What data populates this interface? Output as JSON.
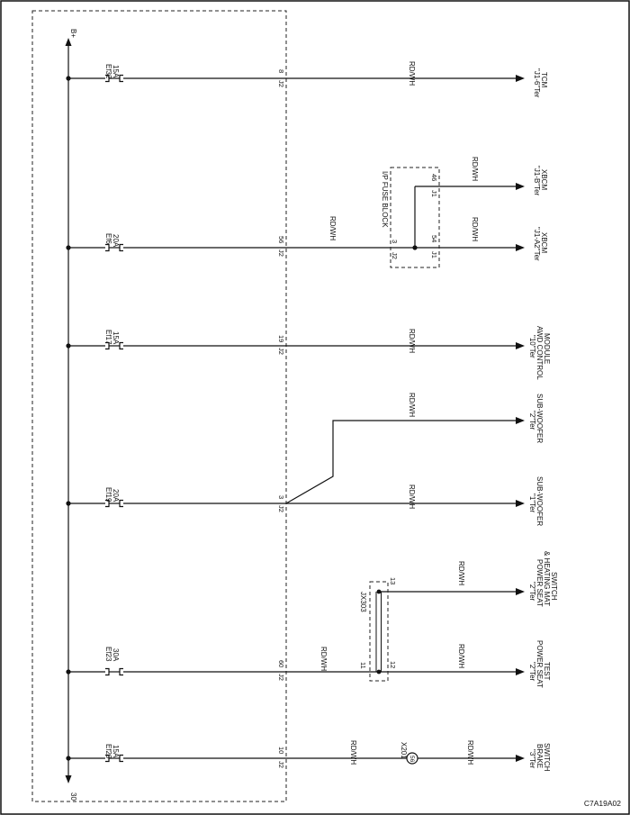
{
  "diagram_id": "C7A19A02",
  "bus": {
    "top_label": "B+",
    "bottom_label": "30"
  },
  "wire_color": "RD/WH",
  "circuits": [
    {
      "fuse": "Ef32",
      "amps": "15A",
      "connector": "J2",
      "pin": "8",
      "outputs": [
        {
          "wire": "RD/WH",
          "terminal": "\"J1-6\"Ter",
          "device": [
            "TCM"
          ]
        }
      ]
    },
    {
      "fuse": "Ef6",
      "amps": "20A",
      "connector": "J2",
      "pin": "56",
      "mid_wire": "RD/WH",
      "block": {
        "title": "I/P FUSE BLOCK",
        "in_conn": "J2",
        "in_pin": "3",
        "out_conn": "J1",
        "pins": [
          "46",
          "54"
        ]
      },
      "outputs": [
        {
          "wire": "RD/WH",
          "terminal": "\"J1-B\"Ter",
          "device": [
            "XBCM"
          ]
        },
        {
          "wire": "RD/WH",
          "terminal": "\"J1-A2\"Ter",
          "device": [
            "XBCM"
          ]
        }
      ]
    },
    {
      "fuse": "Ef17",
      "amps": "15A",
      "connector": "J2",
      "pin": "19",
      "outputs": [
        {
          "wire": "RD/WH",
          "terminal": "\"10\"Ter",
          "device": [
            "AWD CONTROL",
            "MODULE"
          ]
        }
      ]
    },
    {
      "fuse": "Ef19",
      "amps": "20A",
      "connector": "J2",
      "pin": "3",
      "outputs": [
        {
          "wire": "RD/WH",
          "terminal": "\"2\"Ter",
          "device": [
            "SUB-WOOFER"
          ]
        },
        {
          "wire": "RD/WH",
          "terminal": "\"1\"Ter",
          "device": [
            "SUB-WOOFER"
          ]
        }
      ]
    },
    {
      "fuse": "Ef23",
      "amps": "30A",
      "connector": "J2",
      "pin": "60",
      "mid_wire": "RD/WH",
      "block": {
        "title": "JX303",
        "in_pin": "11",
        "pins": [
          "13",
          "12"
        ]
      },
      "outputs": [
        {
          "wire": "RD/WH",
          "terminal": "\"2\"Ter",
          "device": [
            "POWER SEAT",
            "& HEATING MAT",
            "SWITCH"
          ]
        },
        {
          "wire": "RD/WH",
          "terminal": "\"2\"Ter",
          "device": [
            "POWER SEAT",
            "TEST"
          ]
        }
      ]
    },
    {
      "fuse": "Ef20",
      "amps": "15A",
      "connector": "J2",
      "pin": "10",
      "mid_wire": "RD/WH",
      "splice": {
        "name": "X201",
        "pin": "56"
      },
      "outputs": [
        {
          "wire": "RD/WH",
          "terminal": "\"3\"Ter",
          "device": [
            "BRAKE",
            "SWITCH"
          ]
        }
      ]
    }
  ]
}
